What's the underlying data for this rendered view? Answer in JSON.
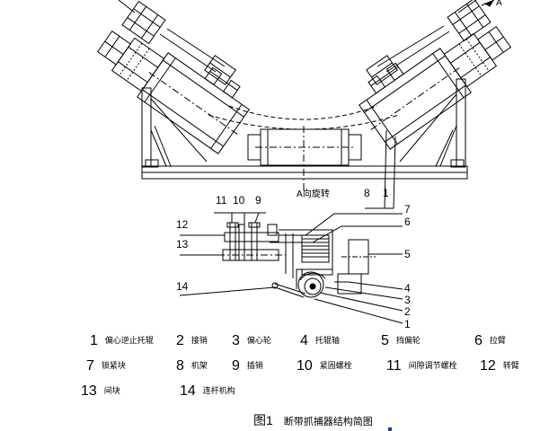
{
  "top_view": {
    "view_label": "A向旋转",
    "callouts": [
      "8",
      "1"
    ],
    "arrow_letter": "A"
  },
  "side_view": {
    "callouts": [
      "11",
      "10",
      "9",
      "12",
      "13",
      "14",
      "7",
      "6",
      "5",
      "4",
      "3",
      "2",
      "1"
    ]
  },
  "legend": [
    {
      "num": "1",
      "text": "偏心逆止托辊"
    },
    {
      "num": "2",
      "text": "接销"
    },
    {
      "num": "3",
      "text": "偏心轮"
    },
    {
      "num": "4",
      "text": "托辊轴"
    },
    {
      "num": "5",
      "text": "挡偏轮"
    },
    {
      "num": "6",
      "text": "拉臂"
    },
    {
      "num": "7",
      "text": "锁紧块"
    },
    {
      "num": "8",
      "text": "机架"
    },
    {
      "num": "9",
      "text": "插销"
    },
    {
      "num": "10",
      "text": "紧固螺栓"
    },
    {
      "num": "11",
      "text": "间隙调节螺栓"
    },
    {
      "num": "12",
      "text": "转臂"
    },
    {
      "num": "13",
      "text": "间块"
    },
    {
      "num": "14",
      "text": "连杆机构"
    }
  ],
  "caption": {
    "figure": "图1",
    "title": "断带抓捕器结构简图"
  }
}
